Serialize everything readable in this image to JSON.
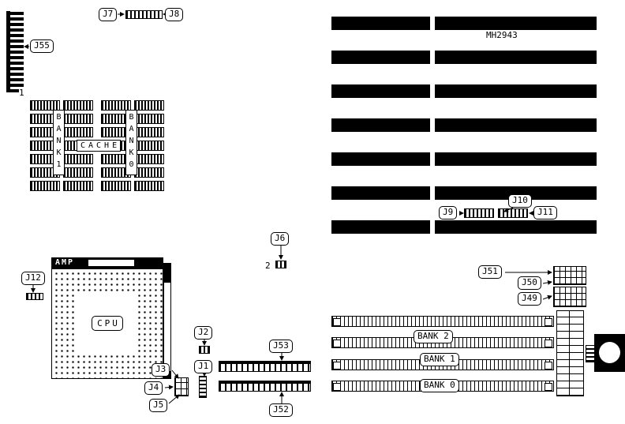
{
  "board": {
    "id": "MH2943"
  },
  "colors": {
    "ink": "#000000",
    "background": "#ffffff"
  },
  "connectors": {
    "j1": "J1",
    "j2": "J2",
    "j3": "J3",
    "j4": "J4",
    "j5": "J5",
    "j6": "J6",
    "j7": "J7",
    "j8": "J8",
    "j9": "J9",
    "j10": "J10",
    "j11": "J11",
    "j12": "J12",
    "j49": "J49",
    "j50": "J50",
    "j51": "J51",
    "j52": "J52",
    "j53": "J53",
    "j55": "J55"
  },
  "cpu": {
    "label": "CPU",
    "brand": "AMP"
  },
  "cache": {
    "label": "CACHE",
    "bank1": "BANK1",
    "bank0": "BANK0"
  },
  "memory": {
    "bank2": "BANK 2",
    "bank1": "BANK 1",
    "bank0": "BANK 0"
  },
  "markers": {
    "pin1": "1",
    "pin2": "2"
  }
}
